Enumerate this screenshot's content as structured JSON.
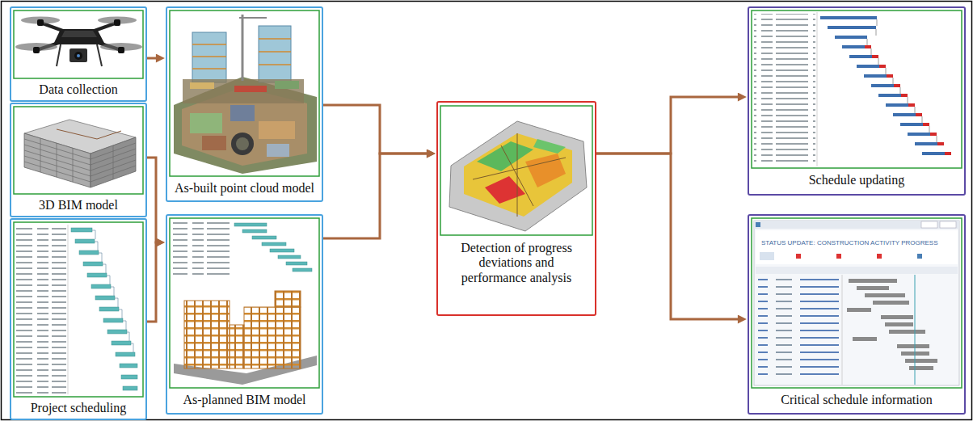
{
  "diagram": {
    "nodes": [
      {
        "text": [
          "Data collection"
        ]
      },
      {
        "text": [
          "3D BIM model"
        ]
      },
      {
        "text": [
          "Project scheduling"
        ]
      },
      {
        "text": [
          "As-built point cloud model"
        ]
      },
      {
        "text": [
          "As-planned BIM model"
        ]
      },
      {
        "text": [
          "Detection of progress deviations and performance analysis"
        ]
      },
      {
        "text": [
          "Schedule updating"
        ]
      },
      {
        "text": [
          "Critical schedule information"
        ]
      }
    ],
    "edges": [
      {
        "from": 0,
        "to": 3,
        "arrow": "to"
      },
      {
        "from": 1,
        "to": 4,
        "arrow": "to"
      },
      {
        "from": 2,
        "to": 4,
        "arrow": "to"
      },
      {
        "from": 3,
        "to": 5,
        "arrow": "to"
      },
      {
        "from": 4,
        "to": 5,
        "arrow": "to"
      },
      {
        "from": 5,
        "to": 6,
        "arrow": "to"
      },
      {
        "from": 5,
        "to": 7,
        "arrow": "to"
      }
    ],
    "labels": [
      "STATUS UPDATE: CONSTRUCTION ACTIVITY PROGRESS"
    ]
  }
}
